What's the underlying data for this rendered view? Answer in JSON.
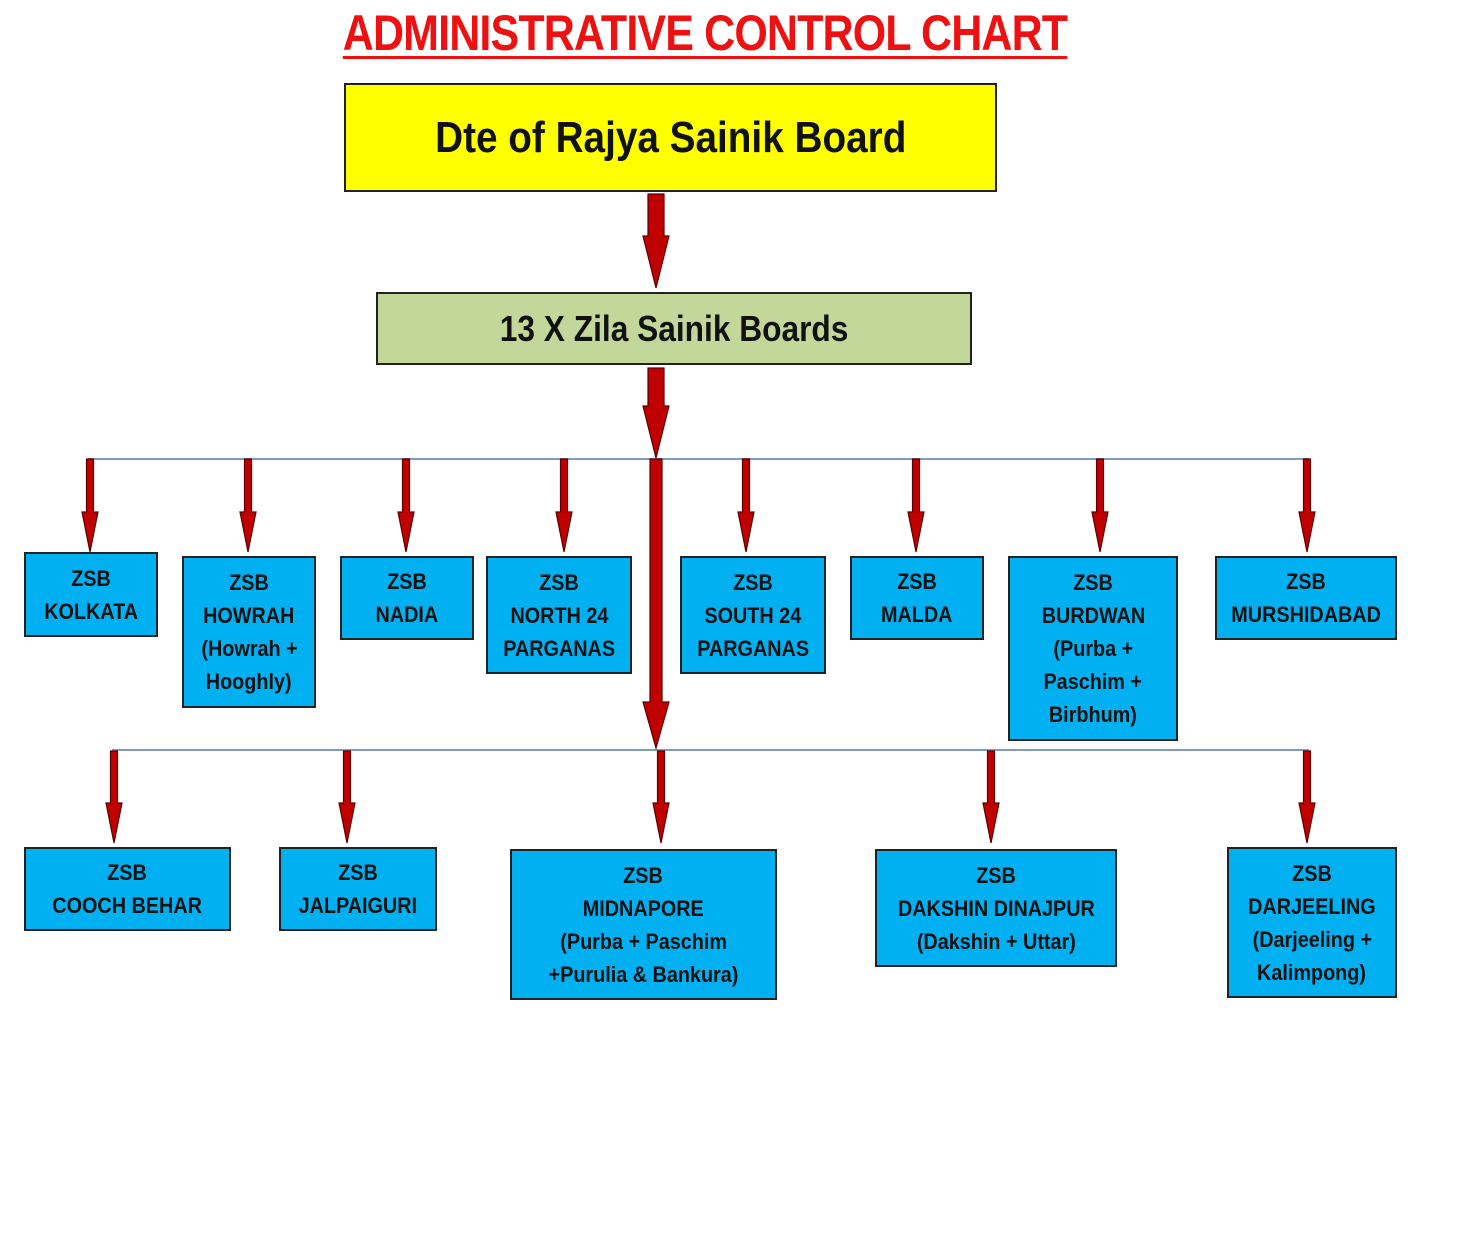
{
  "title": "ADMINISTRATIVE CONTROL CHART",
  "colors": {
    "title": "#ee1111",
    "top_box": "#ffff00",
    "mid_box": "#c4d79b",
    "zsb_box": "#00b0f0",
    "arrow": "#c00000",
    "connector": "#7f9cc0"
  },
  "top_box": {
    "lines": [
      "Dte of Rajya Sainik Board"
    ]
  },
  "mid_box": {
    "lines": [
      "13 X Zila Sainik Boards"
    ]
  },
  "row1": [
    {
      "id": "kolkata",
      "lines": [
        "ZSB",
        "KOLKATA"
      ]
    },
    {
      "id": "howrah",
      "lines": [
        "ZSB",
        "HOWRAH",
        "(Howrah +",
        "Hooghly)"
      ]
    },
    {
      "id": "nadia",
      "lines": [
        "ZSB",
        "NADIA"
      ]
    },
    {
      "id": "north-24-parganas",
      "lines": [
        "ZSB",
        "NORTH 24",
        "PARGANAS"
      ]
    },
    {
      "id": "south-24-parganas",
      "lines": [
        "ZSB",
        "SOUTH 24",
        "PARGANAS"
      ]
    },
    {
      "id": "malda",
      "lines": [
        "ZSB",
        "MALDA"
      ]
    },
    {
      "id": "burdwan",
      "lines": [
        "ZSB",
        "BURDWAN",
        "(Purba +",
        "Paschim +",
        "Birbhum)"
      ]
    },
    {
      "id": "murshidabad",
      "lines": [
        "ZSB",
        "MURSHIDABAD"
      ]
    }
  ],
  "row2": [
    {
      "id": "cooch-behar",
      "lines": [
        "ZSB",
        "COOCH BEHAR"
      ]
    },
    {
      "id": "jalpaiguri",
      "lines": [
        "ZSB",
        "JALPAIGURI"
      ]
    },
    {
      "id": "midnapore",
      "lines": [
        "ZSB",
        "MIDNAPORE",
        "(Purba + Paschim",
        "+Purulia & Bankura)"
      ]
    },
    {
      "id": "dakshin-dinajpur",
      "lines": [
        "ZSB",
        "DAKSHIN DINAJPUR",
        "(Dakshin + Uttar)"
      ]
    },
    {
      "id": "darjeeling",
      "lines": [
        "ZSB",
        "DARJEELING",
        "(Darjeeling +",
        "Kalimpong)"
      ]
    }
  ]
}
